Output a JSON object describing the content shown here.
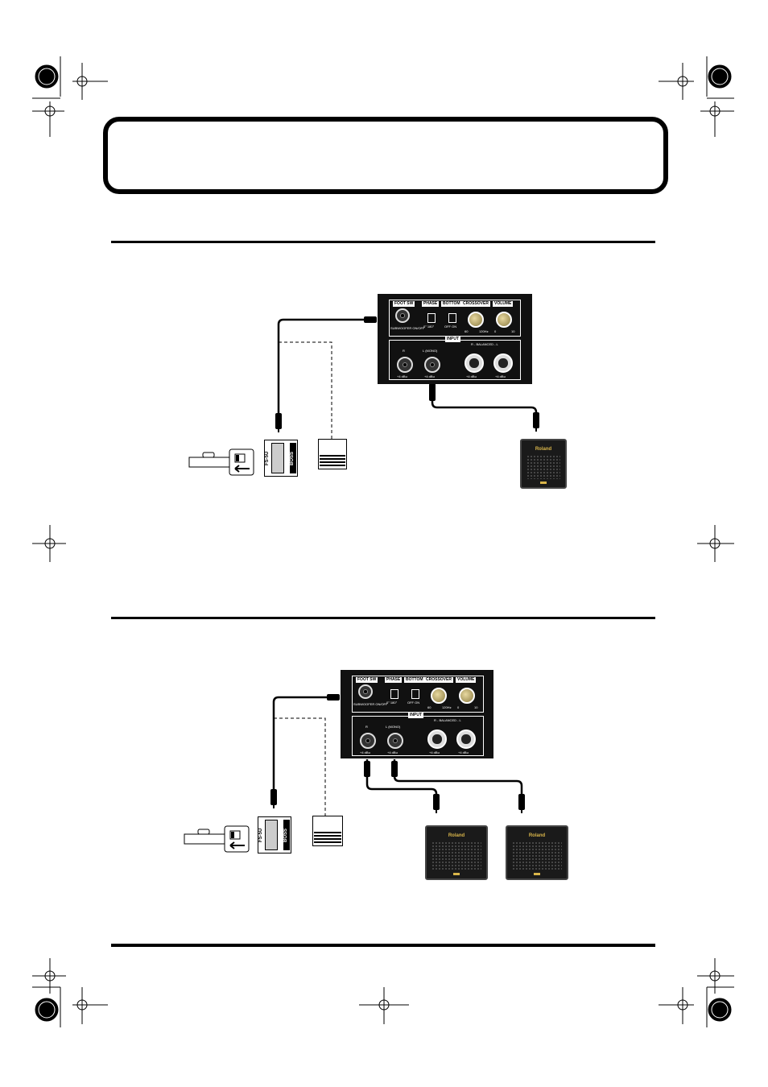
{
  "figure1": {
    "panel": {
      "foot_sw": "FOOT SW",
      "foot_sw_sub": "SUBWOOFER ON/OFF",
      "phase": "PHASE",
      "phase_sub": "0°  180°",
      "bottom": "BOTTOM",
      "bottom_sub": "OFF  ON",
      "crossover": "CROSSOVER",
      "crossover_min": "60",
      "crossover_max": "120Hz",
      "volume": "VOLUME",
      "volume_min": "0",
      "volume_max": "10",
      "input": "INPUT",
      "r": "R",
      "l_mono": "L (MONO)",
      "balanced": "R - BALANCED - L",
      "level": "+4 dBu"
    },
    "pedal_model": "FS-5U",
    "pedal_brand": "BOSS",
    "amp_brand": "Roland"
  },
  "figure2": {
    "panel": {
      "foot_sw": "FOOT SW",
      "foot_sw_sub": "SUBWOOFER ON/OFF",
      "phase": "PHASE",
      "phase_sub": "0°  180°",
      "bottom": "BOTTOM",
      "bottom_sub": "OFF  ON",
      "crossover": "CROSSOVER",
      "crossover_min": "60",
      "crossover_max": "120Hz",
      "volume": "VOLUME",
      "volume_min": "0",
      "volume_max": "10",
      "input": "INPUT",
      "r": "R",
      "l_mono": "L (MONO)",
      "balanced": "R - BALANCED - L",
      "level": "+4 dBu"
    },
    "pedal_model": "FS-5U",
    "pedal_brand": "BOSS",
    "amp_left_brand": "Roland",
    "amp_right_brand": "Roland"
  }
}
